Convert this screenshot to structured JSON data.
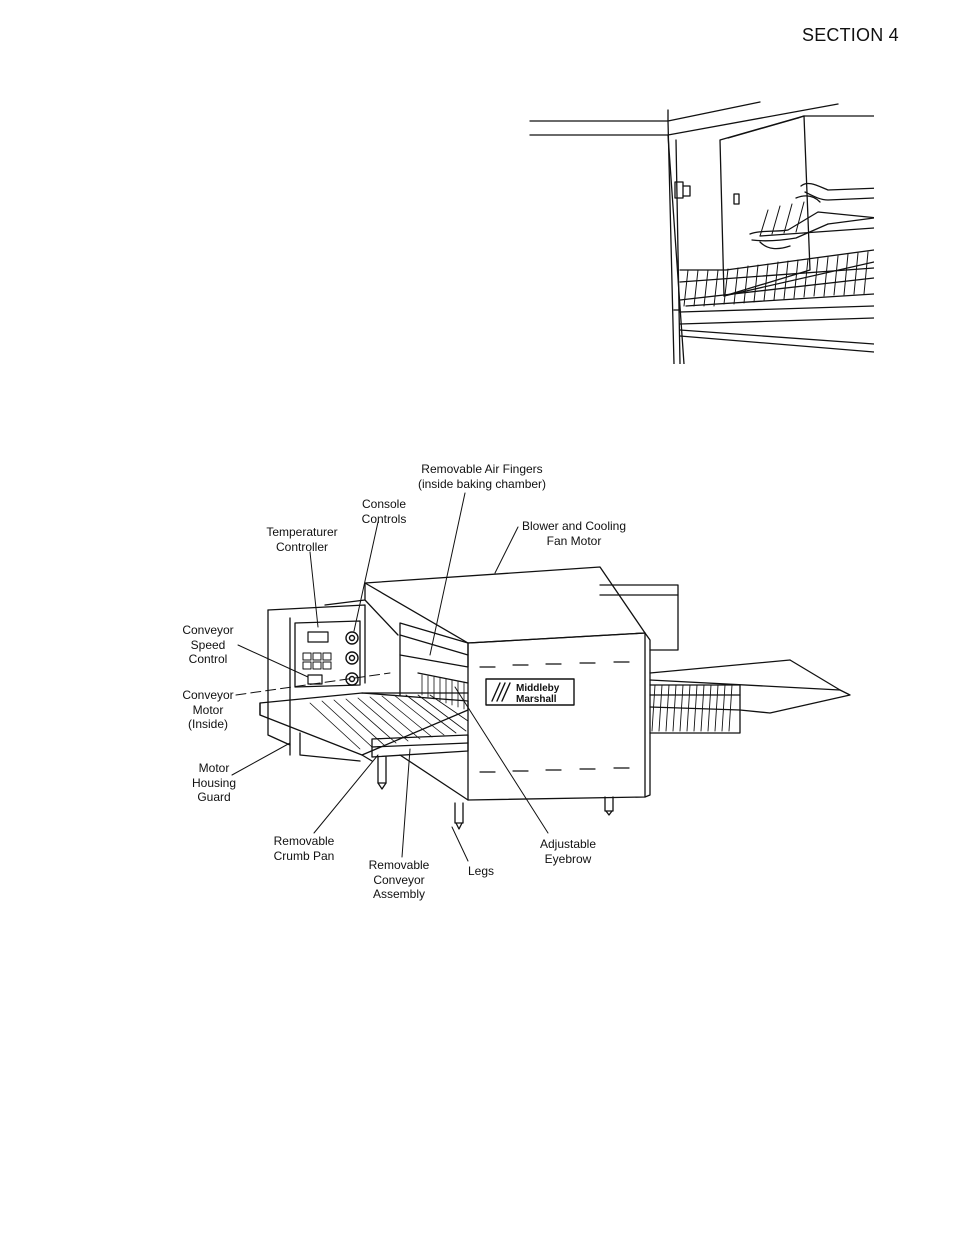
{
  "header": {
    "section": "SECTION 4"
  },
  "figure_top": {
    "description_icon": "oven-door-with-hands-icon"
  },
  "figure_main": {
    "brand_logo_text": "Middleby Marshall",
    "callouts": {
      "air_fingers": "Removable Air Fingers\n(inside baking chamber)",
      "console_controls": "Console\nControls",
      "temp_controller": "Temperaturer\nController",
      "blower_motor": "Blower and Cooling\nFan Motor",
      "conveyor_speed": "Conveyor\nSpeed\nControl",
      "conveyor_motor": "Conveyor\nMotor\n(Inside)",
      "motor_housing": "Motor\nHousing\nGuard",
      "crumb_pan": "Removable\nCrumb Pan",
      "conveyor_assembly": "Removable\nConveyor\nAssembly",
      "legs": "Legs",
      "eyebrow": "Adjustable\nEyebrow"
    }
  }
}
